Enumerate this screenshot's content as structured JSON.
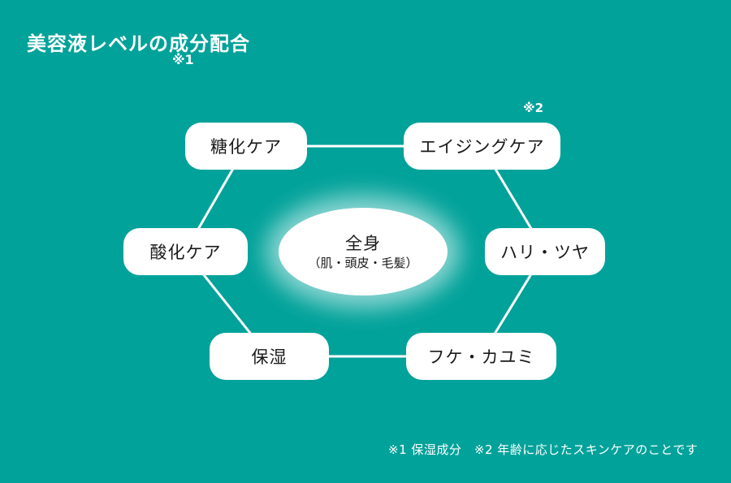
{
  "title": "美容液レベルの成分配合",
  "title_note": "※1",
  "note2_marker": "※2",
  "colors": {
    "background": "#00a29a",
    "node_background": "#ffffff",
    "node_text": "#1a1a1a",
    "line": "#ffffff",
    "title_text": "#ffffff"
  },
  "center": {
    "line1": "全身",
    "line2": "（肌・頭皮・毛髪）"
  },
  "nodes": [
    {
      "id": "touka",
      "label": "糖化ケア"
    },
    {
      "id": "aging",
      "label": "エイジングケア"
    },
    {
      "id": "sanka",
      "label": "酸化ケア"
    },
    {
      "id": "hari",
      "label": "ハリ・ツヤ"
    },
    {
      "id": "hoshitsu",
      "label": "保湿"
    },
    {
      "id": "fuke",
      "label": "フケ・カユミ"
    }
  ],
  "connections": [
    "糖化ケア-エイジングケア",
    "糖化ケア-酸化ケア",
    "酸化ケア-保湿",
    "エイジングケア-ハリ・ツヤ",
    "ハリ・ツヤ-フケ・カユミ",
    "保湿-フケ・カユミ"
  ],
  "footnote": "※1 保湿成分　※2 年齢に応じたスキンケアのことです"
}
